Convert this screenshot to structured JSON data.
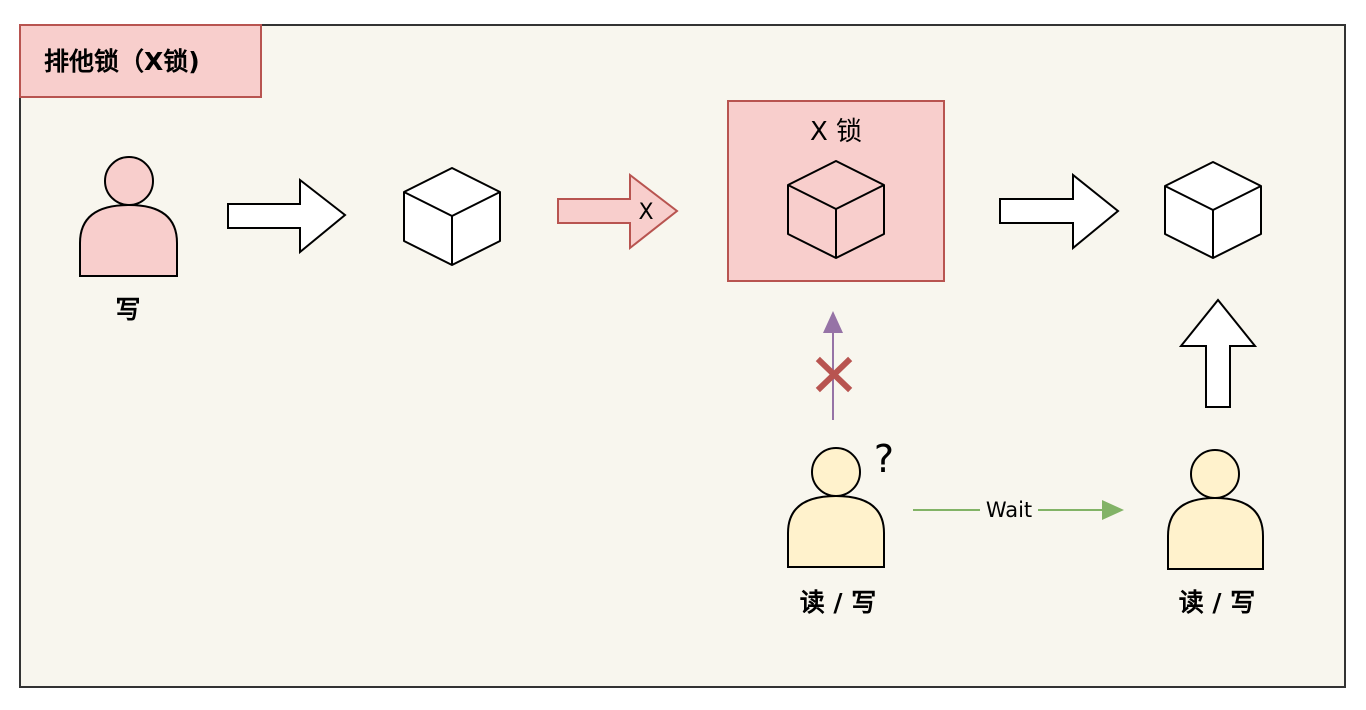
{
  "diagram": {
    "title": "排他锁（X锁)",
    "writer_label": "写",
    "arrow_x_label": "X",
    "lock_box_label": "X 锁",
    "question_mark": "?",
    "wait_label": "Wait",
    "waiting_user_label": "读 / 写",
    "next_user_label": "读 / 写"
  },
  "colors": {
    "background": "#f8f6ee",
    "frame_stroke": "#333333",
    "title_fill": "#f8cecc",
    "title_stroke": "#b85450",
    "writer_fill": "#f8cecc",
    "reader_fill": "#fff2cc",
    "lock_fill": "#f8cecc",
    "lock_stroke": "#b85450",
    "blocked_arrow": "#9673a6",
    "blocked_cross": "#b85450",
    "wait_arrow": "#82b366"
  },
  "icons": [
    "person-icon",
    "cube-icon",
    "arrow-right-icon",
    "arrow-up-icon",
    "cross-icon"
  ]
}
